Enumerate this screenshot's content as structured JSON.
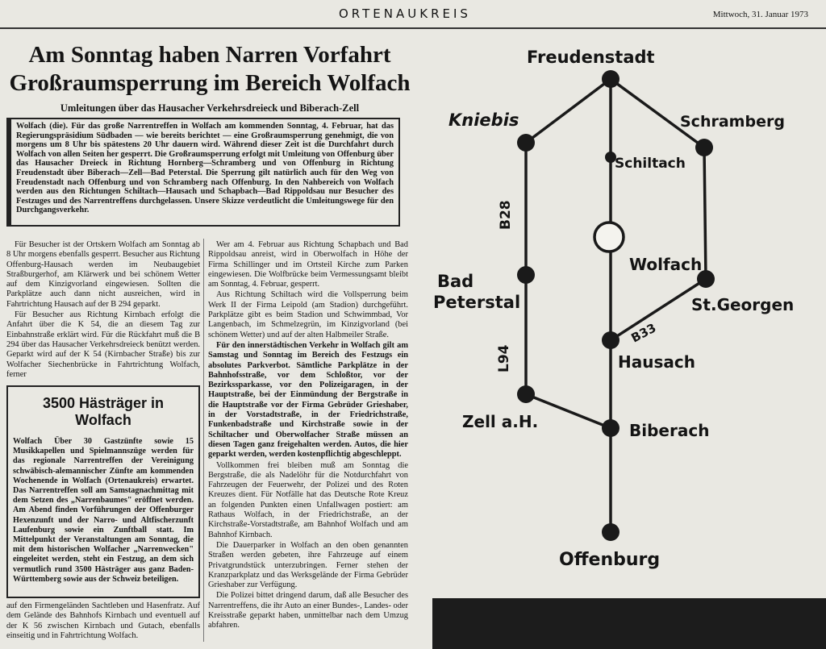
{
  "header": {
    "section": "ORTENAUKREIS",
    "date": "Mittwoch, 31. Januar 1973"
  },
  "article": {
    "headline_line1": "Am Sonntag haben Narren Vorfahrt",
    "headline_line2": "Großraumsperrung im Bereich Wolfach",
    "subheadline": "Umleitungen über das Hausacher Verkehrsdreieck und Biberach-Zell",
    "lead": "Wolfach (die). Für das große Narrentreffen in Wolfach am kommenden Sonntag, 4. Februar, hat das Regierungspräsidium Südbaden — wie bereits berichtet — eine Großraumsperrung genehmigt, die von morgens um 8 Uhr bis spätestens 20 Uhr dauern wird. Während dieser Zeit ist die Durchfahrt durch Wolfach von allen Seiten her gesperrt. Die Großraumsperrung erfolgt mit Umleitung von Offenburg über das Hausacher Dreieck in Richtung Hornberg—Schramberg und von Offenburg in Richtung Freudenstadt über Biberach—Zell—Bad Peterstal. Die Sperrung gilt natürlich auch für den Weg von Freudenstadt nach Offenburg und von Schramberg nach Offenburg. In den Nahbereich von Wolfach werden aus den Richtungen Schiltach—Hausach und Schapbach—Bad Rippoldsau nur Besucher des Festzuges und des Narrentreffens durchgelassen. Unsere Skizze verdeutlicht die Umleitungswege für den Durchgangsverkehr.",
    "left_column": [
      "Für Besucher ist der Ortskern Wolfach am Sonntag ab 8 Uhr morgens ebenfalls gesperrt. Besucher aus Richtung Offenburg-Hausach werden im Neubaugebiet Straßburgerhof, am Klärwerk und bei schönem Wetter auf dem Kinzigvorland eingewiesen. Sollten die Parkplätze auch dann nicht ausreichen, wird in Fahrtrichtung Hausach auf der B 294 geparkt.",
      "Für Besucher aus Richtung Kirnbach erfolgt die Anfahrt über die K 54, die an diesem Tag zur Einbahnstraße erklärt wird. Für die Rückfahrt muß die B 294 über das Hausacher Verkehrsdreieck benützt werden. Geparkt wird auf der K 54 (Kirnbacher Straße) bis zur Wolfacher Siechenbrücke in Fahrtrichtung Wolfach, ferner"
    ],
    "left_column_bottom": "auf den Firmengeländen Sachtleben und Hasenfratz. Auf dem Gelände des Bahnhofs Kirnbach und eventuell auf der K 56 zwischen Kirnbach und Gutach, ebenfalls einseitig und in Fahrtrichtung Wolfach.",
    "right_column": [
      "Wer am 4. Februar aus Richtung Schapbach und Bad Rippoldsau anreist, wird in Oberwolfach in Höhe der Firma Schillinger und im Ortsteil Kirche zum Parken eingewiesen. Die Wolfbrücke beim Vermessungsamt bleibt am Sonntag, 4. Februar, gesperrt.",
      "Aus Richtung Schiltach wird die Vollsperrung beim Werk II der Firma Leipold (am Stadion) durchgeführt. Parkplätze gibt es beim Stadion und Schwimmbad, Vor Langenbach, im Schmelzegrün, im Kinzigvorland (bei schönem Wetter) und auf der alten Halbmeiler Straße."
    ],
    "right_column_bold": "Für den innerstädtischen Verkehr in Wolfach gilt am Samstag und Sonntag im Bereich des Festzugs ein absolutes Parkverbot. Sämtliche Parkplätze in der Bahnhofsstraße, vor dem Schloßtor, vor der Bezirkssparkasse, vor den Polizeigaragen, in der Hauptstraße, bei der Einmündung der Bergstraße in die Hauptstraße vor der Firma Gebrüder Grieshaber, in der Vorstadtstraße, in der Friedrichstraße, Funkenbadstraße und Kirchstraße sowie in der Schiltacher und Oberwolfacher Straße müssen an diesen Tagen ganz freigehalten werden. Autos, die hier geparkt werden, werden kostenpflichtig abgeschleppt.",
    "right_column_rest": [
      "Vollkommen frei bleiben muß am Sonntag die Bergstraße, die als Nadelöhr für die Notdurchfahrt von Fahrzeugen der Feuerwehr, der Polizei und des Roten Kreuzes dient. Für Notfälle hat das Deutsche Rote Kreuz an folgenden Punkten einen Unfallwagen postiert: am Rathaus Wolfach, in der Friedrichstraße, an der Kirchstraße-Vorstadtstraße, am Bahnhof Wolfach und am Bahnhof Kirnbach.",
      "Die Dauerparker in Wolfach an den oben genannten Straßen werden gebeten, ihre Fahrzeuge auf einem Privatgrundstück unterzubringen. Ferner stehen der Kranzparkplatz und das Werksgelände der Firma Gebrüder Grieshaber zur Verfügung.",
      "Die Polizei bittet dringend darum, daß alle Besucher des Narrentreffens, die ihr Auto an einer Bundes-, Landes- oder Kreisstraße geparkt haben, unmittelbar nach dem Umzug abfahren."
    ]
  },
  "infobox": {
    "title": "3500 Hästräger in Wolfach",
    "body": "Wolfach Über 30 Gastzünfte sowie 15 Musikkapellen und Spielmannszüge werden für das regionale Narrentreffen der Vereinigung schwäbisch-alemannischer Zünfte am kommenden Wochenende in Wolfach (Ortenaukreis) erwartet. Das Narrentreffen soll am Samstagnachmittag mit dem Setzen des „Narrenbaumes\" eröffnet werden. Am Abend finden Vorführungen der Offenburger Hexenzunft und der Narro- und Altfischerzunft Laufenburg sowie ein Zunftball statt. Im Mittelpunkt der Veranstaltungen am Sonntag, die mit dem historischen Wolfacher „Narrenwecken\" eingeleitet werden, steht ein Festzug, an dem sich vermutlich rund 3500 Hästräger aus ganz Baden-Württemberg sowie aus der Schweiz beteiligen."
  },
  "map": {
    "towns": {
      "freudenstadt": "Freudenstadt",
      "kniebis": "Kniebis",
      "schramberg": "Schramberg",
      "schiltach": "Schiltach",
      "wolfach": "Wolfach",
      "bad": "Bad",
      "peterstal": "Peterstal",
      "st_georgen": "St.Georgen",
      "hausach": "Hausach",
      "zell": "Zell a.H.",
      "biberach": "Biberach",
      "offenburg": "Offenburg"
    },
    "roads": {
      "b28": "B28",
      "b33": "B33",
      "l94": "L94"
    }
  }
}
